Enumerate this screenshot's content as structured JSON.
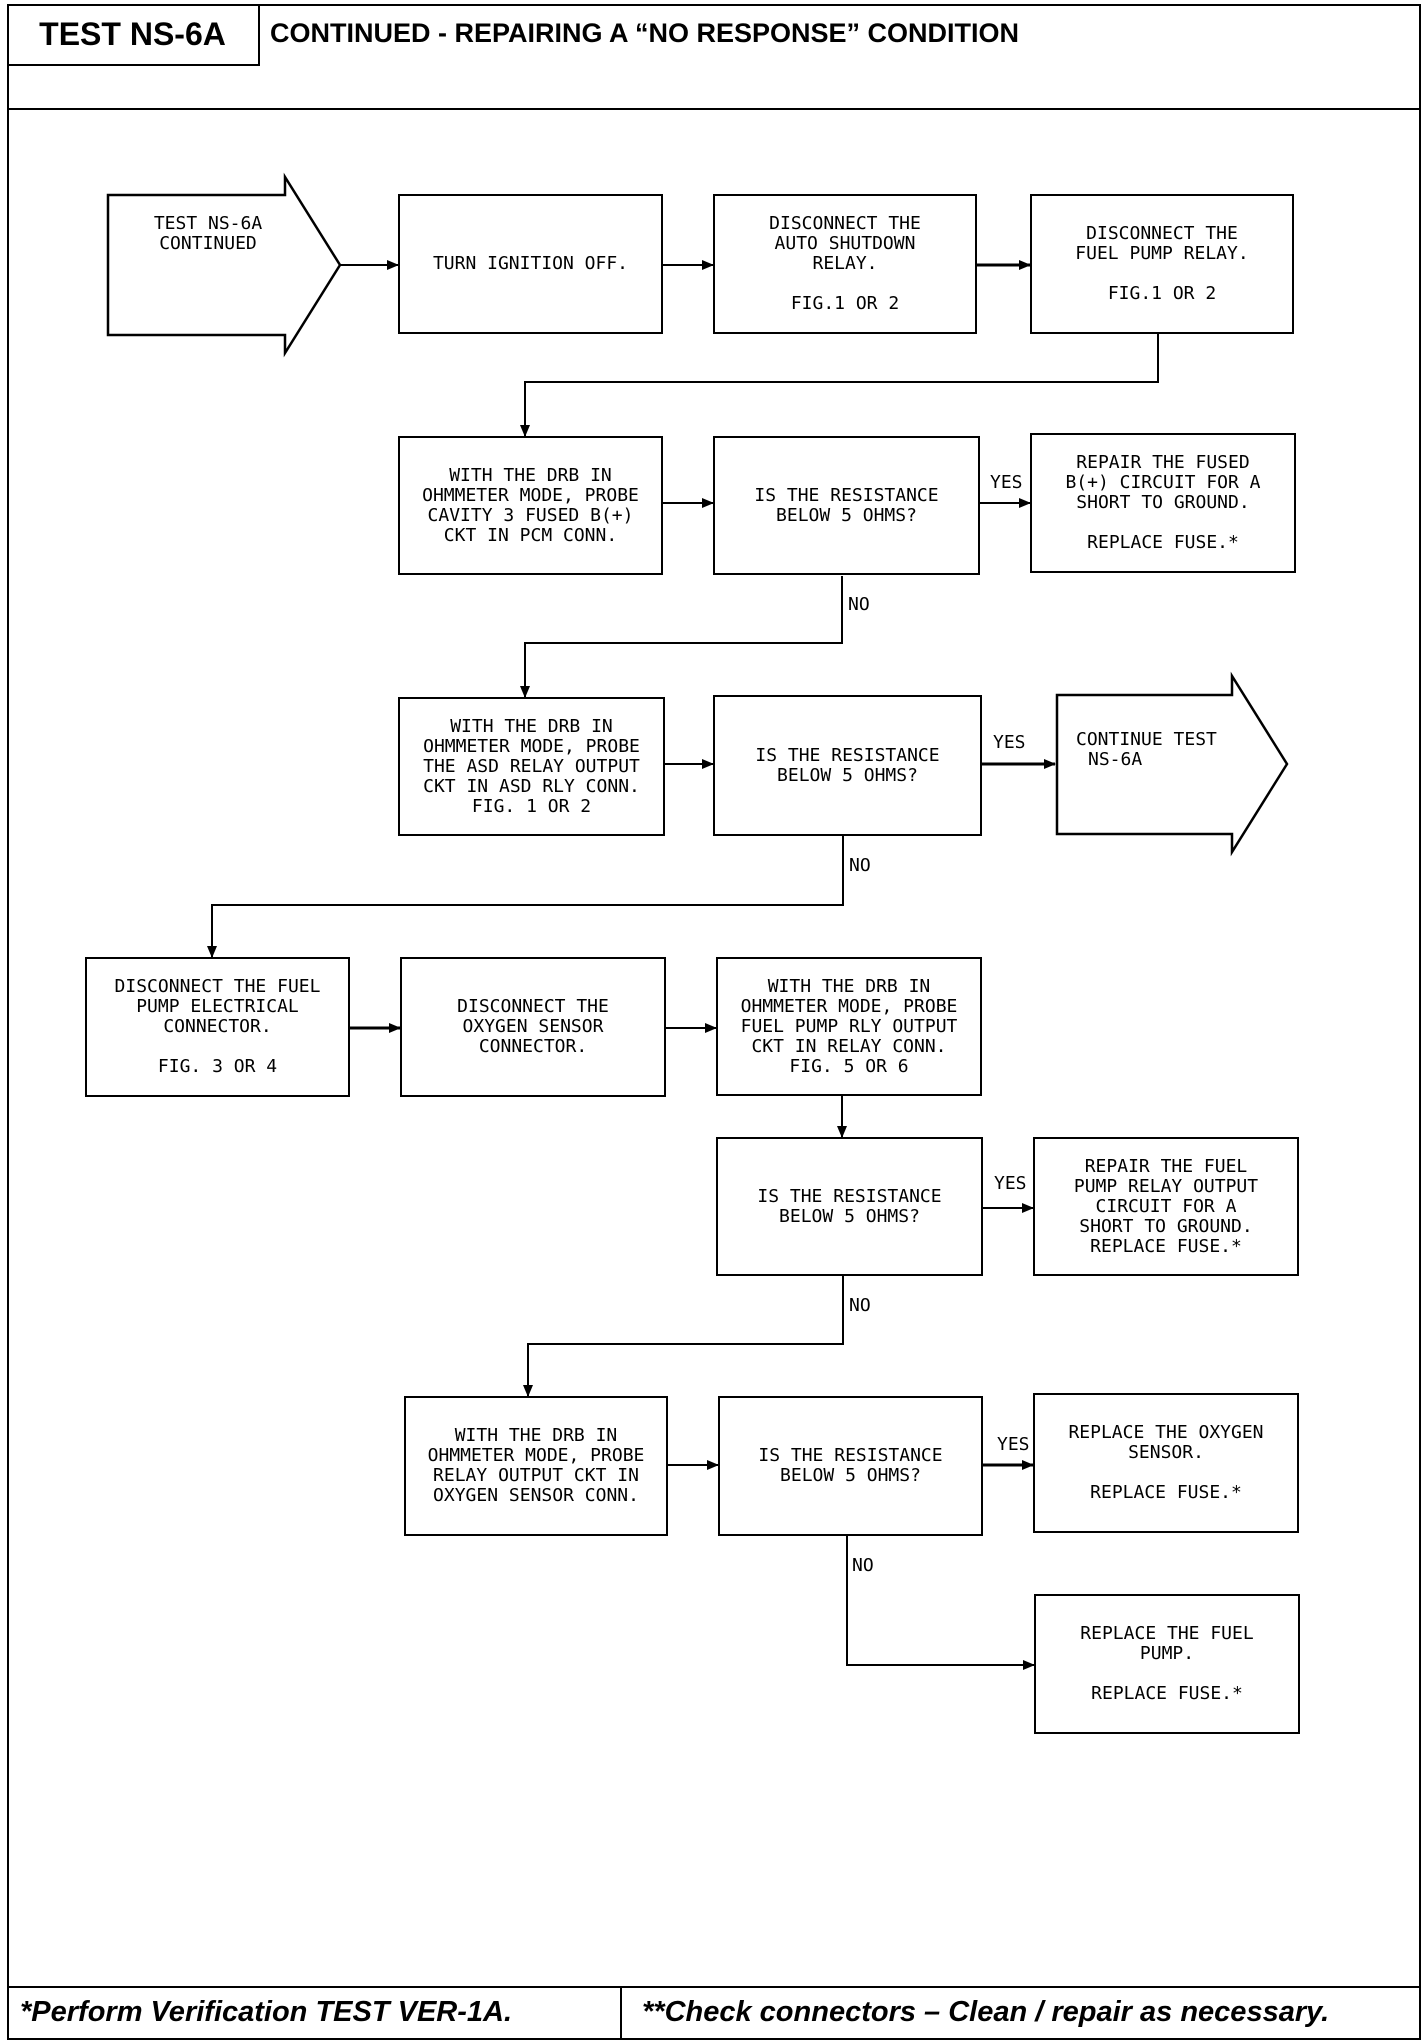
{
  "header": {
    "test_id": "TEST NS-6A",
    "title": "CONTINUED - REPAIRING A “NO RESPONSE” CONDITION"
  },
  "footer": {
    "left": "*Perform Verification TEST VER-1A.",
    "right": "**Check connectors – Clean / repair as necessary."
  },
  "flow": {
    "start": {
      "line1": "TEST NS-6A",
      "line2": "CONTINUED"
    },
    "s1": {
      "text": "TURN IGNITION OFF."
    },
    "s2": {
      "line1": "DISCONNECT THE",
      "line2": "AUTO SHUTDOWN",
      "line3": "RELAY.",
      "fig": "FIG.1 OR 2"
    },
    "s3": {
      "line1": "DISCONNECT THE",
      "line2": "FUEL PUMP RELAY.",
      "fig": "FIG.1 OR 2"
    },
    "p1": {
      "line1": "WITH THE DRB IN",
      "line2": "OHMMETER MODE, PROBE",
      "line3": "CAVITY 3 FUSED B(+)",
      "line4": "CKT IN PCM CONN."
    },
    "q1": {
      "line1": "IS THE RESISTANCE",
      "line2": "BELOW 5 OHMS?"
    },
    "r1": {
      "line1": "REPAIR THE FUSED",
      "line2": "B(+) CIRCUIT FOR A",
      "line3": "SHORT TO GROUND.",
      "fig": "REPLACE FUSE.*"
    },
    "p2": {
      "line1": "WITH THE DRB IN",
      "line2": "OHMMETER MODE, PROBE",
      "line3": "THE ASD RELAY OUTPUT",
      "line4": "CKT IN ASD RLY CONN.",
      "line5": "FIG. 1 OR 2"
    },
    "q2": {
      "line1": "IS THE RESISTANCE",
      "line2": "BELOW 5 OHMS?"
    },
    "cont": {
      "line1": "CONTINUE TEST",
      "line2": "NS-6A"
    },
    "d1": {
      "line1": "DISCONNECT THE FUEL",
      "line2": "PUMP ELECTRICAL",
      "line3": "CONNECTOR.",
      "fig": "FIG. 3 OR 4"
    },
    "d2": {
      "line1": "DISCONNECT THE",
      "line2": "OXYGEN SENSOR",
      "line3": "CONNECTOR."
    },
    "p3": {
      "line1": "WITH THE DRB IN",
      "line2": "OHMMETER MODE, PROBE",
      "line3": "FUEL PUMP RLY OUTPUT",
      "line4": "CKT IN RELAY CONN.",
      "line5": "FIG. 5 OR 6"
    },
    "q3": {
      "line1": "IS THE RESISTANCE",
      "line2": "BELOW 5 OHMS?"
    },
    "r3": {
      "line1": "REPAIR THE FUEL",
      "line2": "PUMP RELAY OUTPUT",
      "line3": "CIRCUIT FOR A",
      "line4": "SHORT TO GROUND.",
      "line5": "REPLACE FUSE.*"
    },
    "p4": {
      "line1": "WITH THE DRB IN",
      "line2": "OHMMETER MODE, PROBE",
      "line3": "RELAY OUTPUT CKT IN",
      "line4": "OXYGEN SENSOR CONN."
    },
    "q4": {
      "line1": "IS THE RESISTANCE",
      "line2": "BELOW 5 OHMS?"
    },
    "r4": {
      "line1": "REPLACE THE OXYGEN",
      "line2": "SENSOR.",
      "fig": "REPLACE FUSE.*"
    },
    "r5": {
      "line1": "REPLACE THE FUEL",
      "line2": "PUMP.",
      "fig": "REPLACE FUSE.*"
    }
  },
  "labels": {
    "yes1": "YES",
    "no1": "NO",
    "yes2": "YES",
    "no2": "NO",
    "yes3": "YES",
    "no3": "NO",
    "yes4": "YES",
    "no4": "NO"
  }
}
